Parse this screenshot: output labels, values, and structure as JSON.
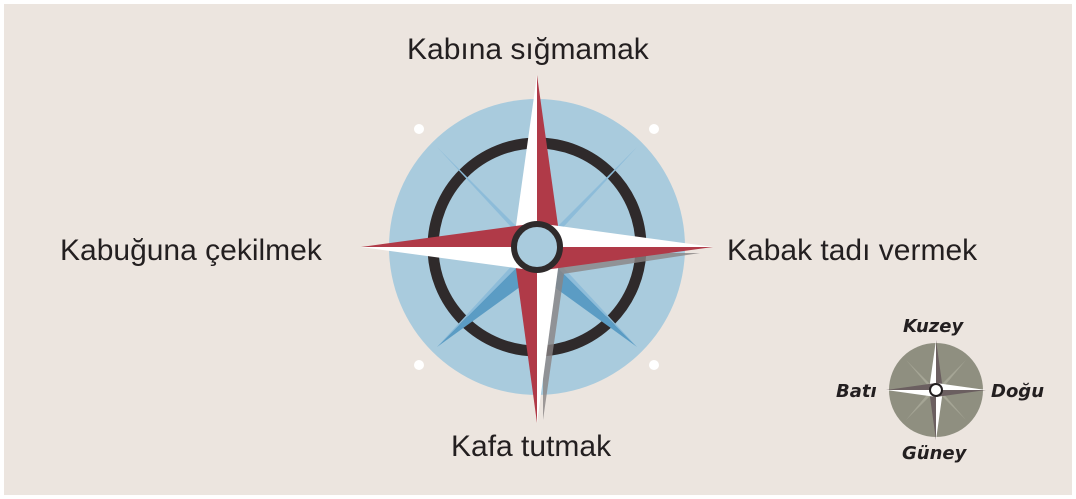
{
  "compass": {
    "north_label": "Kabına sığmamak",
    "south_label": "Kafa tutmak",
    "west_label": "Kabuğuna çekilmek",
    "east_label": "Kabak tadı vermek"
  },
  "legend_compass": {
    "north": "Kuzey",
    "south": "Güney",
    "west": "Batı",
    "east": "Doğu"
  },
  "colors": {
    "background": "#ece5df",
    "ring_light_blue": "#a9cbdd",
    "ring_dark": "#2f2a2b",
    "star_red": "#b03a48",
    "star_blue": "#5b9cc4",
    "legend_gray": "#8f8f80"
  }
}
